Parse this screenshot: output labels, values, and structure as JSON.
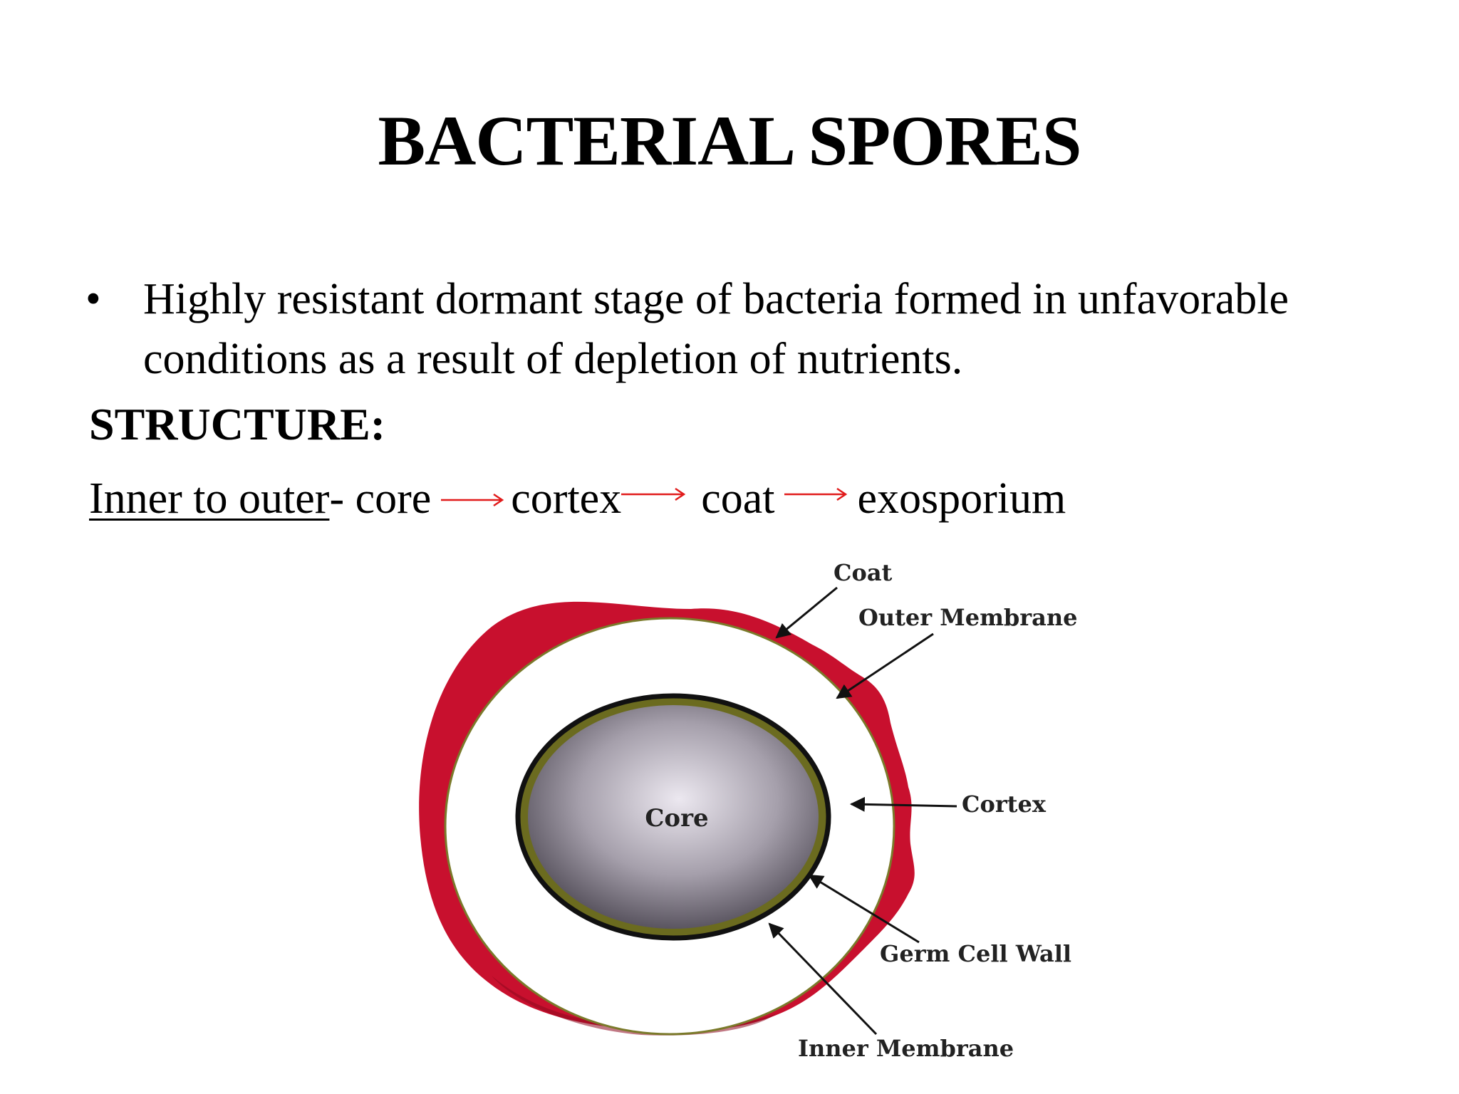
{
  "slide": {
    "title": "BACTERIAL SPORES",
    "bullet_symbol": "•",
    "bullet_text": "Highly resistant dormant stage of bacteria formed in unfavorable conditions as a result of depletion of nutrients.",
    "structure_heading": "STRUCTURE:",
    "flow": {
      "lead": "Inner to outer",
      "separator": "- ",
      "steps": [
        "core",
        "cortex",
        "coat",
        "exosporium"
      ],
      "arrow_color": "#e11b1b"
    }
  },
  "diagram": {
    "labels": {
      "core": "Core",
      "coat": "Coat",
      "outer_membrane": "Outer Membrane",
      "cortex": "Cortex",
      "germ_cell_wall": "Germ Cell Wall",
      "inner_membrane": "Inner Membrane"
    },
    "colors": {
      "coat": "#c8102e",
      "cortex": "#ffffff",
      "membrane": "#6b6b1f",
      "core_center": "#e6e2ec",
      "core_edge": "#5a5560"
    }
  }
}
